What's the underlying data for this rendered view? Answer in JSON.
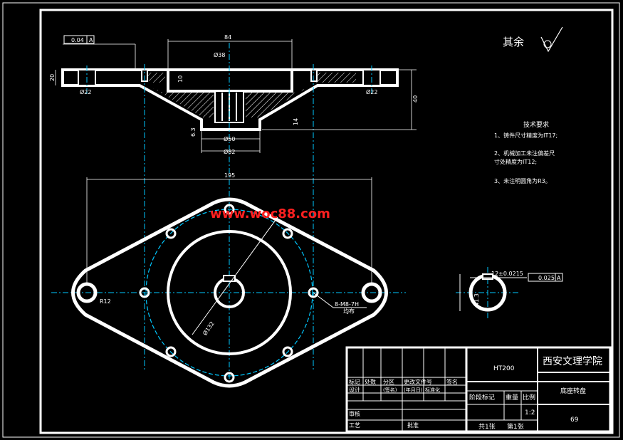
{
  "colors": {
    "background": "#000000",
    "line": "#ffffff",
    "center_line": "#00c8ff",
    "watermark": "#ff2020",
    "dimension": "#ffffff"
  },
  "surface_note": "其余",
  "technical_requirements": {
    "title": "技术要求",
    "items": [
      "1、铸件尺寸精度为IT17;",
      "2、机械加工未注偏差尺",
      "寸处精度为IT12;",
      "3、未注明圆角为R3。"
    ]
  },
  "dimensions": {
    "flatness": "0.04",
    "datum_a": "A",
    "top_width": "84",
    "bore_top": "Ø38",
    "height_20": "20",
    "hole_left": "Ø22",
    "hole_right": "Ø22",
    "inner_10": "10",
    "height_40": "40",
    "height_14": "14",
    "bottom_50": "Ø50",
    "bottom_82": "Ø82",
    "overall_195": "195",
    "radius_12": "R12",
    "pcd_132": "Ø132",
    "thread": "8-M8-7H",
    "thread_note": "均布",
    "keyway": "12±0.0215",
    "symmetry": "0.025",
    "bore_small": "41.3",
    "angle": "6.3"
  },
  "watermark": "www.woc88.com",
  "title_block": {
    "material": "HT200",
    "school": "西安文理学院",
    "part_name": "底座转盘",
    "stage_label": "阶段标记",
    "weight_label": "重量",
    "scale_label": "比例",
    "scale": "1:2",
    "drawing_no": "69",
    "sheet_total": "共1张",
    "sheet_no": "第1张",
    "rows": [
      "标记",
      "处数",
      "分区",
      "更改文件号",
      "签名"
    ],
    "design_row": [
      "设计",
      "(签名)",
      "(年月日)",
      "标准化"
    ],
    "review": "审核",
    "process": "工艺",
    "approve": "批准"
  }
}
